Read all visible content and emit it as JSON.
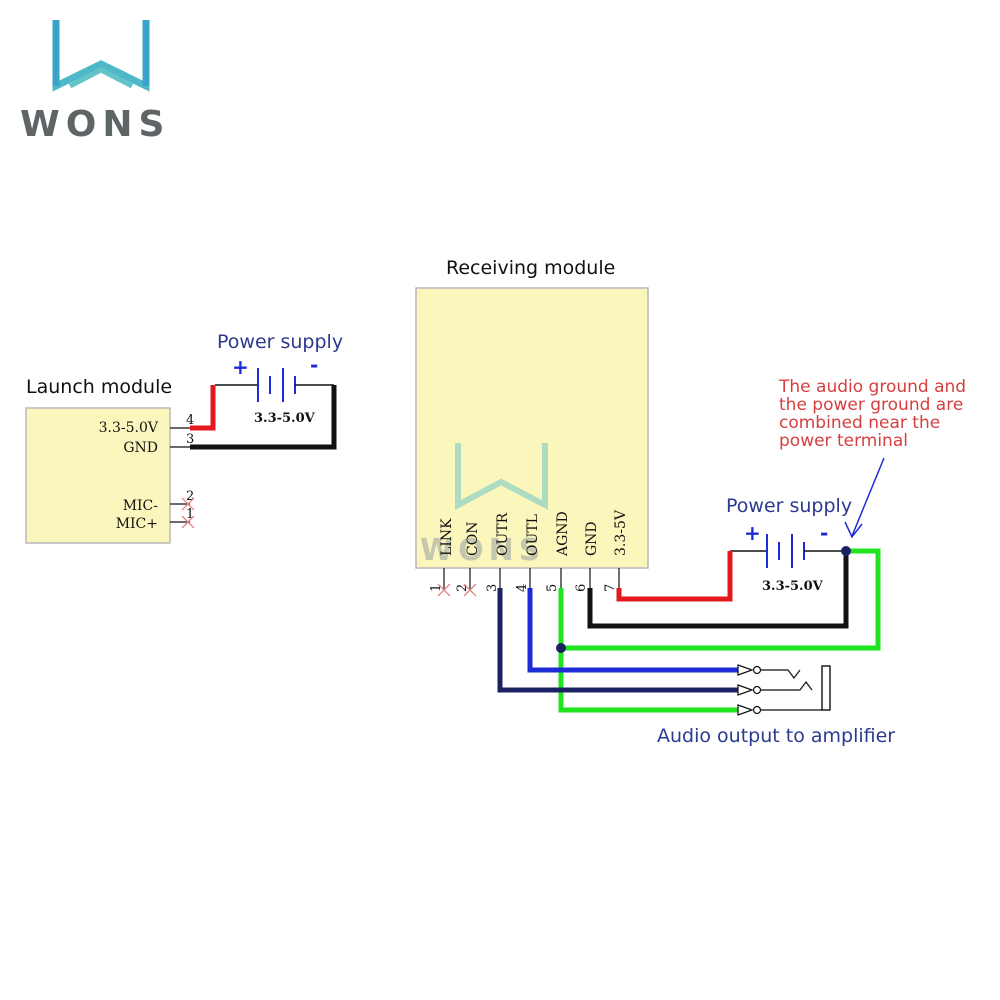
{
  "logo": {
    "text": "WONS",
    "icon": "w-logo-icon"
  },
  "watermark": {
    "text": "WONS",
    "icon": "w-watermark-icon"
  },
  "launch_module": {
    "title": "Launch module",
    "pins": [
      {
        "name": "3.3-5.0V",
        "num": "4"
      },
      {
        "name": "GND",
        "num": "3"
      },
      {
        "name": "MIC-",
        "num": "2"
      },
      {
        "name": "MIC+",
        "num": "1"
      }
    ],
    "power_supply": {
      "label": "Power supply",
      "voltage": "3.3-5.0V",
      "plus": "+",
      "minus": "-"
    }
  },
  "receiving_module": {
    "title": "Receiving module",
    "pins": [
      {
        "name": "LINK",
        "num": "1"
      },
      {
        "name": "CON",
        "num": "2"
      },
      {
        "name": "OUTR",
        "num": "3"
      },
      {
        "name": "OUTL",
        "num": "4"
      },
      {
        "name": "AGND",
        "num": "5"
      },
      {
        "name": "GND",
        "num": "6"
      },
      {
        "name": "3.3-5V",
        "num": "7"
      }
    ],
    "power_supply": {
      "label": "Power supply",
      "voltage": "3.3-5.0V",
      "plus": "+",
      "minus": "-"
    },
    "note": [
      "The audio ground and",
      "the power ground are",
      "combined near the",
      "power terminal"
    ],
    "audio_label": "Audio output to amplifier"
  },
  "colors": {
    "module_fill": "#fbf6bb",
    "module_border": "#b9b9b9",
    "wire_red": "#e3191e",
    "wire_black": "#111111",
    "wire_blue": "#1d2bd6",
    "wire_navy": "#1b2263",
    "wire_green": "#1ee51e",
    "logo_teal": "#4fb8c8"
  }
}
